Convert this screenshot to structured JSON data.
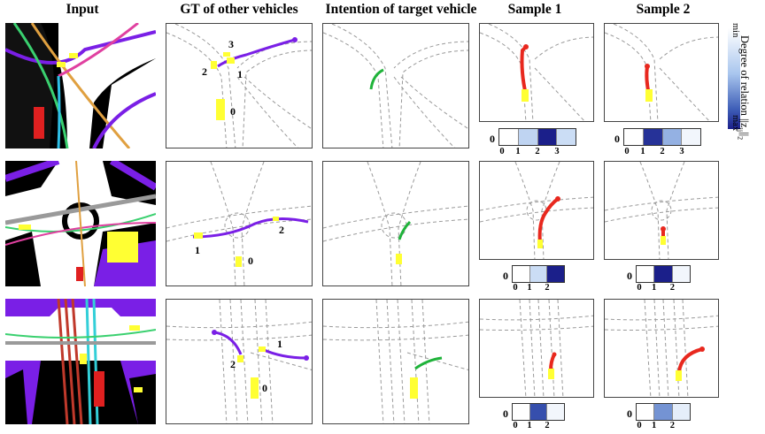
{
  "headers": {
    "input": "Input",
    "gt": "GT of other vehicles",
    "intention": "Intention of target vehicle",
    "sample1": "Sample 1",
    "sample2": "Sample 2"
  },
  "colorbar": {
    "min_label": "min",
    "max_label": "max",
    "title": "Degree of relation ||z",
    "title_sub": "ij",
    "title_end": "||",
    "title_sub2": "2",
    "gradient_colors": [
      "#ffffff",
      "#a9c6ee",
      "#3f5fb8",
      "#1b1f8a"
    ]
  },
  "colors": {
    "vehicle": "#ffff33",
    "gt_trajectory": "#7a1fe6",
    "intention": "#1fb33a",
    "sample_trajectory": "#e8281e",
    "road": "#9a9a9a"
  },
  "rows": [
    {
      "gt_labels": [
        "3",
        "2",
        "1",
        "0"
      ],
      "sample1": {
        "zero": "0",
        "ticks": [
          "0",
          "1",
          "2",
          "3"
        ],
        "cells": [
          0.0,
          0.25,
          1.0,
          0.2
        ]
      },
      "sample2": {
        "zero": "0",
        "ticks": [
          "0",
          "1",
          "2",
          "3"
        ],
        "cells": [
          0.0,
          0.9,
          0.4,
          0.05
        ]
      }
    },
    {
      "gt_labels": [
        "2",
        "1",
        "0"
      ],
      "sample1": {
        "zero": "0",
        "ticks": [
          "0",
          "1",
          "2"
        ],
        "cells": [
          0.0,
          0.2,
          1.0
        ]
      },
      "sample2": {
        "zero": "0",
        "ticks": [
          "0",
          "1",
          "2"
        ],
        "cells": [
          0.0,
          1.0,
          0.05
        ]
      }
    },
    {
      "gt_labels": [
        "1",
        "2",
        "0"
      ],
      "sample1": {
        "zero": "0",
        "ticks": [
          "0",
          "1",
          "2"
        ],
        "cells": [
          0.0,
          0.75,
          0.05
        ]
      },
      "sample2": {
        "zero": "0",
        "ticks": [
          "0",
          "1",
          "2"
        ],
        "cells": [
          0.0,
          0.5,
          0.1
        ]
      }
    }
  ]
}
